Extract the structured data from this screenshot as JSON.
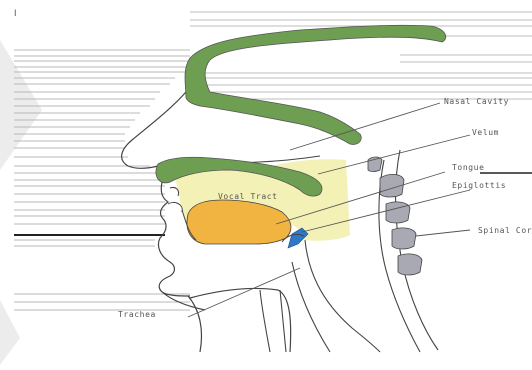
{
  "figure": {
    "corner_mark": "I",
    "labels": {
      "nasal_cavity": "Nasal Cavity",
      "velum": "Velum",
      "tongue": "Tongue",
      "epiglottis": "Epiglottis",
      "spinal_cord": "Spinal Cord",
      "vocal_tract": "Vocal Tract",
      "trachea": "Trachea"
    }
  },
  "colors": {
    "palate_green": "#6e9e52",
    "tract_yellow": "#f4f1b6",
    "tongue_orange": "#f2b440",
    "epiglottis_blue": "#2f78c7",
    "vertebra_gray": "#a9a9b3",
    "outline": "#444444",
    "leader": "#555555",
    "grey_shape": "#ebebeb"
  }
}
